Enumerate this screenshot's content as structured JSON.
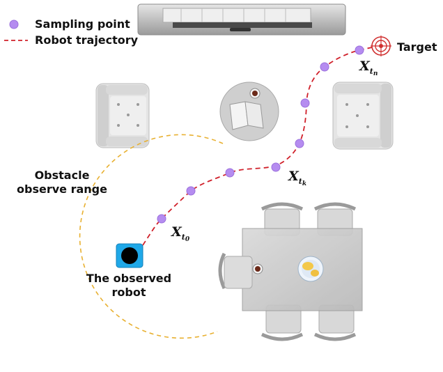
{
  "legend": {
    "sampling_point": "Sampling point",
    "robot_trajectory": "Robot trajectory"
  },
  "labels": {
    "target": "Target",
    "obstacle_line1": "Obstacle",
    "obstacle_line2": "observe range",
    "robot_line1": "The observed",
    "robot_line2": "robot",
    "x_base": "X",
    "t_base": "t",
    "sub_n": "n",
    "sub_k": "k",
    "sub_0": "0"
  },
  "colors": {
    "sampling_point": "#b58cf0",
    "trajectory": "#d0202a",
    "obstacle_range": "#e8b030",
    "target": "#d03030",
    "robot": "#1fa8e8",
    "furniture": "#d4d4d4"
  }
}
